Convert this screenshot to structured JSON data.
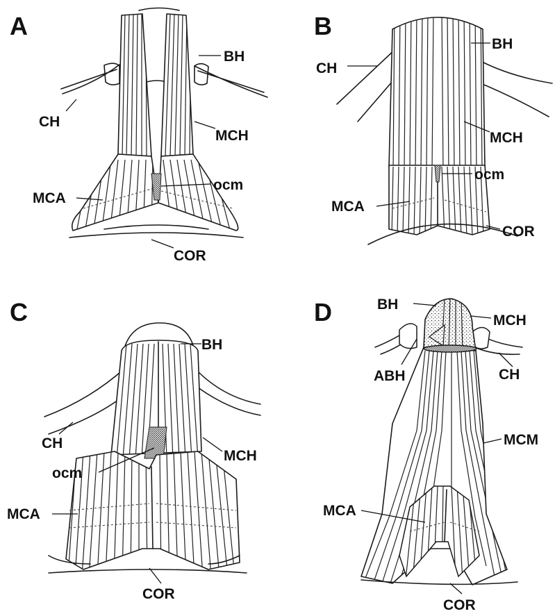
{
  "panels": {
    "a": {
      "letter": "A",
      "labels": {
        "bh": "BH",
        "ch": "CH",
        "mch": "MCH",
        "mca": "MCA",
        "ocm": "ocm",
        "cor": "COR"
      }
    },
    "b": {
      "letter": "B",
      "labels": {
        "ch": "CH",
        "bh": "BH",
        "mch": "MCH",
        "ocm": "ocm",
        "mca": "MCA",
        "cor": "COR"
      }
    },
    "c": {
      "letter": "C",
      "labels": {
        "bh": "BH",
        "ch": "CH",
        "mch": "MCH",
        "ocm": "ocm",
        "mca": "MCA",
        "cor": "COR"
      }
    },
    "d": {
      "letter": "D",
      "labels": {
        "bh": "BH",
        "mch": "MCH",
        "abh": "ABH",
        "ch": "CH",
        "mcm": "MCM",
        "mca": "MCA",
        "cor": "COR"
      }
    }
  }
}
